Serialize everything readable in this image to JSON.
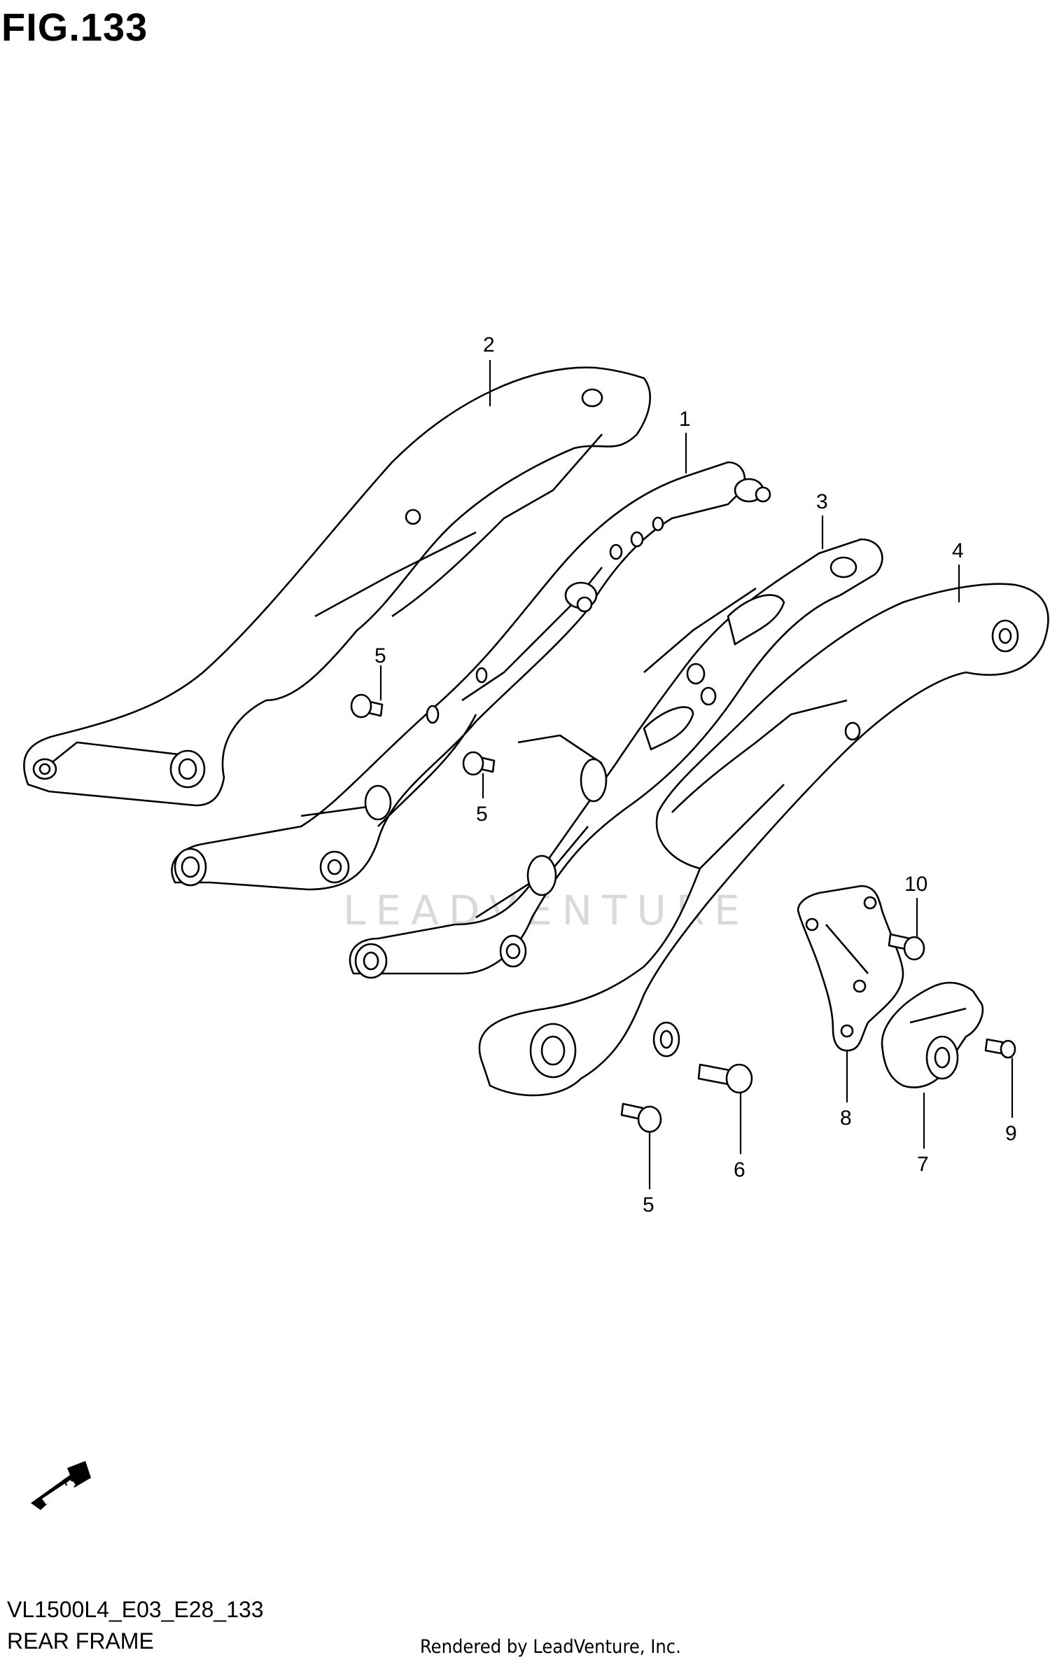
{
  "figure": {
    "title": "FIG.133",
    "model_code": "VL1500L4_E03_E28_133",
    "section_name": "REAR FRAME"
  },
  "watermark": "LEADVENTURE",
  "credit": "Rendered by LeadVenture, Inc.",
  "fwd_label": "FWD",
  "callouts": [
    {
      "id": "c2",
      "label": "2"
    },
    {
      "id": "c1",
      "label": "1"
    },
    {
      "id": "c3",
      "label": "3"
    },
    {
      "id": "c4",
      "label": "4"
    },
    {
      "id": "c5a",
      "label": "5"
    },
    {
      "id": "c5b",
      "label": "5"
    },
    {
      "id": "c5c",
      "label": "5"
    },
    {
      "id": "c10",
      "label": "10"
    },
    {
      "id": "c8",
      "label": "8"
    },
    {
      "id": "c7",
      "label": "7"
    },
    {
      "id": "c9",
      "label": "9"
    },
    {
      "id": "c6",
      "label": "6"
    }
  ]
}
